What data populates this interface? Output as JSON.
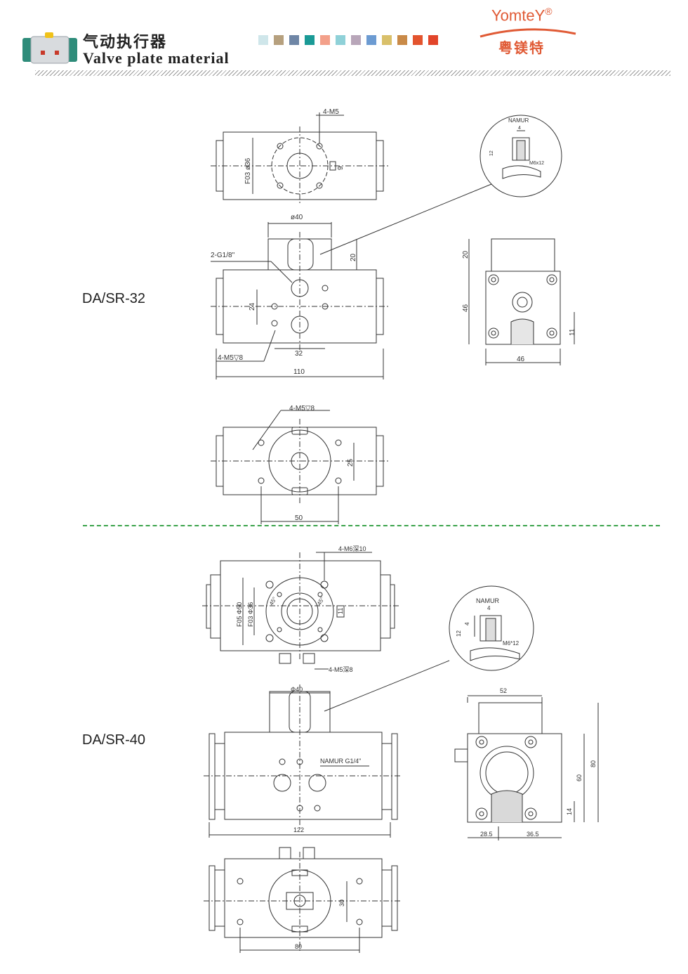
{
  "header": {
    "title_cn": "气动执行器",
    "title_en": "Valve plate material",
    "brand_en": "YomteY",
    "brand_reg": "®",
    "brand_cn": "粤镁特",
    "swatches": [
      "#cfe6ea",
      "#b6a07e",
      "#6f86a6",
      "#1a9a96",
      "#f3a08a",
      "#8fd1d8",
      "#b8a6b9",
      "#6c9bd2",
      "#d9c06a",
      "#c98a48",
      "#e3542e",
      "#e2452a"
    ]
  },
  "sections": [
    {
      "model": "DA/SR-32",
      "labels": {
        "top_bolt": "4-M5",
        "top_pcd": "F03 ø36",
        "top_square": "9",
        "boss_width": "ø40",
        "port": "2-G1/8\"",
        "boss_height": "20",
        "hole_spacing_v": "24",
        "hole_spacing_h": "32",
        "bottom_tap": "4-M5",
        "tap_depth_mark": "▽",
        "tap_depth": "8",
        "length": "110",
        "bottom_bolt": "4-M5",
        "bottom_v": "25",
        "bottom_h": "50",
        "namur_title": "NAMUR",
        "namur_w": "4",
        "namur_h": "12",
        "namur_screw": "M6x12",
        "side_top": "20",
        "side_height": "46",
        "side_slot": "11",
        "side_width": "46"
      }
    },
    {
      "model": "DA/SR-40",
      "labels": {
        "top_bolt": "4-M6",
        "top_bolt_depth_mark": "深",
        "top_bolt_depth": "10",
        "top_pcd_outer": "F05 Φ50",
        "top_pcd_inner": "F03 Φ36",
        "top_angle_left": "45°",
        "top_angle_right": "45°",
        "top_square": "11",
        "top_tap": "4-M5",
        "top_tap_depth_mark": "深",
        "top_tap_depth": "8",
        "boss_width": "Φ40",
        "namur_port": "NAMUR G1/4\"",
        "length": "122",
        "bottom_v": "30",
        "bottom_h": "80",
        "namur_title": "NAMUR",
        "namur_w": "4",
        "namur_d": "4",
        "namur_h": "12",
        "namur_screw": "M6*12",
        "side_width": "52",
        "side_height": "80",
        "side_mid": "60",
        "side_slot": "14",
        "side_left": "28.5",
        "side_right": "36.5"
      }
    }
  ]
}
